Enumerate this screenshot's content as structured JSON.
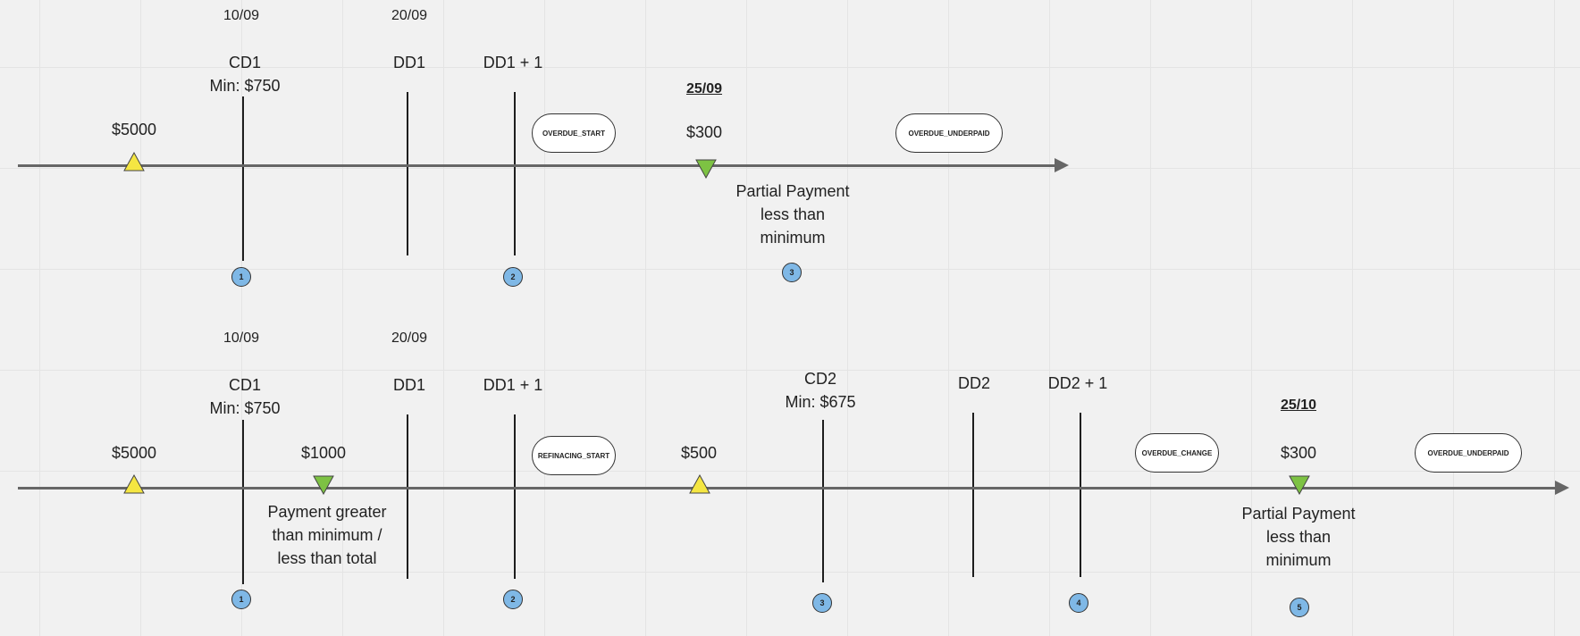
{
  "timelines": [
    {
      "id": "timeline-1",
      "dates": {
        "cd": "10/09",
        "dd": "20/09"
      },
      "cd_label": "CD1",
      "cd_min": "Min: $750",
      "dd_label": "DD1",
      "dd1_label": "DD1 + 1",
      "opening_amount": "$5000",
      "payment_date": "25/09",
      "payment_amount": "$300",
      "payment_note": "Partial Payment less than minimum",
      "tags": [
        "OVERDUE_START",
        "OVERDUE_UNDERPAID"
      ],
      "badges": [
        "1",
        "2",
        "3"
      ]
    },
    {
      "id": "timeline-2",
      "dates": {
        "cd": "10/09",
        "dd": "20/09"
      },
      "cd_label": "CD1",
      "cd_min": "Min: $750",
      "dd_label": "DD1",
      "dd1_label": "DD1 + 1",
      "opening_amount": "$5000",
      "payment1_amount": "$1000",
      "payment1_note": "Payment greater than minimum / less than total",
      "refinance_amount": "$500",
      "cd2_label": "CD2",
      "cd2_min": "Min: $675",
      "dd2_label": "DD2",
      "dd2p1_label": "DD2 + 1",
      "payment_date": "25/10",
      "payment_amount": "$300",
      "payment_note": "Partial Payment less than minimum",
      "tags": [
        "REFINACING_START",
        "OVERDUE_CHANGE",
        "OVERDUE_UNDERPAID"
      ],
      "badges": [
        "1",
        "2",
        "3",
        "4",
        "5"
      ]
    }
  ],
  "colors": {
    "charge": "#f5e642",
    "payment": "#7dc243",
    "badge": "#7fb8e6",
    "axis": "#666666"
  }
}
